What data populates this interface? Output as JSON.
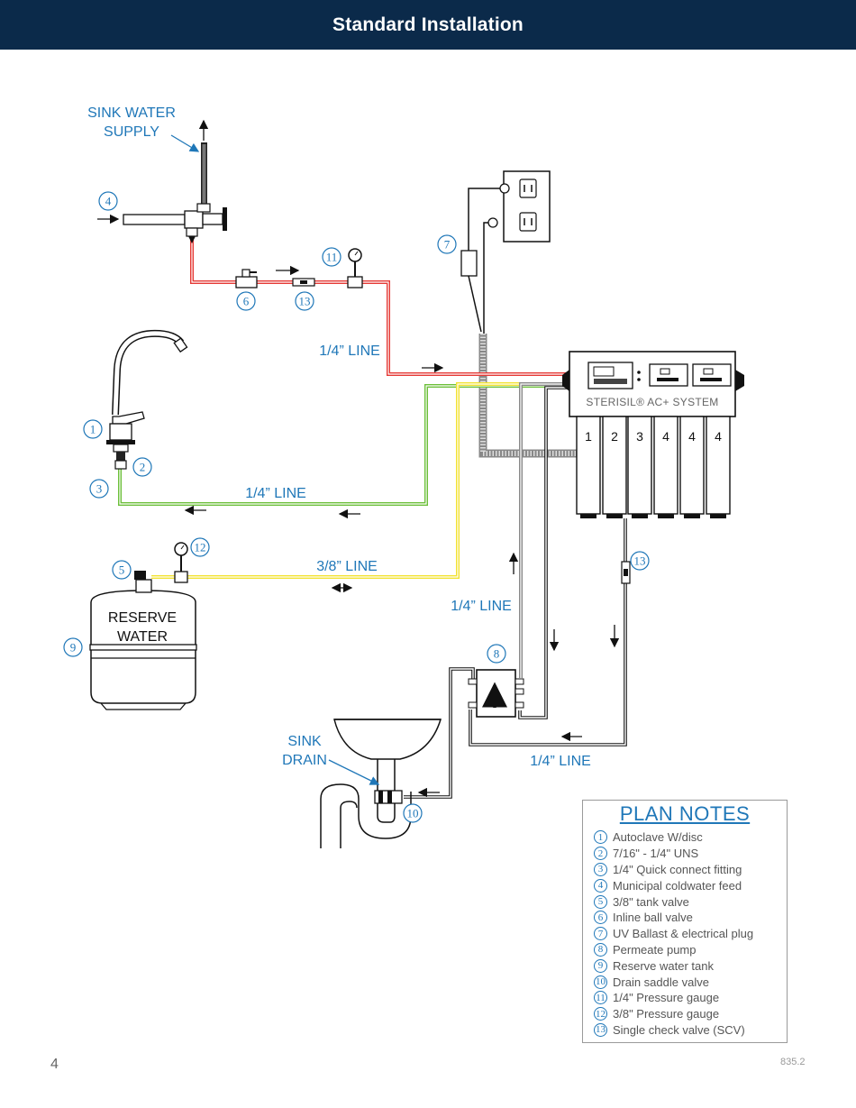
{
  "header": {
    "title": "Standard Installation"
  },
  "labels": {
    "sink_water_supply_1": "SINK WATER",
    "sink_water_supply_2": "SUPPLY",
    "line_quarter": "1/4” LINE",
    "line_threeeighths": "3/8” LINE",
    "reserve_1": "RESERVE",
    "reserve_2": "WATER",
    "sink_drain_1": "SINK",
    "sink_drain_2": "DRAIN",
    "system_name": "STERISIL® AC+ SYSTEM"
  },
  "callouts": [
    "1",
    "2",
    "3",
    "4",
    "5",
    "6",
    "7",
    "8",
    "9",
    "10",
    "11",
    "12",
    "13"
  ],
  "filter_labels": [
    "1",
    "2",
    "3",
    "4",
    "4",
    "4"
  ],
  "plan_notes": {
    "title": "PLAN NOTES",
    "items": [
      {
        "num": "1",
        "text": "Autoclave W/disc"
      },
      {
        "num": "2",
        "text": "7/16\" - 1/4\" UNS"
      },
      {
        "num": "3",
        "text": "1/4\" Quick connect fitting"
      },
      {
        "num": "4",
        "text": "Municipal coldwater feed"
      },
      {
        "num": "5",
        "text": "3/8\" tank valve"
      },
      {
        "num": "6",
        "text": "Inline ball valve"
      },
      {
        "num": "7",
        "text": "UV Ballast & electrical plug"
      },
      {
        "num": "8",
        "text": "Permeate pump"
      },
      {
        "num": "9",
        "text": "Reserve water tank"
      },
      {
        "num": "10",
        "text": "Drain saddle valve"
      },
      {
        "num": "11",
        "text": "1/4\" Pressure gauge"
      },
      {
        "num": "12",
        "text": "3/8\" Pressure gauge"
      },
      {
        "num": "13",
        "text": "Single check valve (SCV)"
      }
    ]
  },
  "footer": {
    "page_number": "4",
    "doc_code": "835.2"
  },
  "colors": {
    "header_bg": "#0b2a4a",
    "label_blue": "#1f77b8",
    "feed_line": "#e53935",
    "product_line": "#6cbf3a",
    "tank_line": "#f2e230"
  }
}
